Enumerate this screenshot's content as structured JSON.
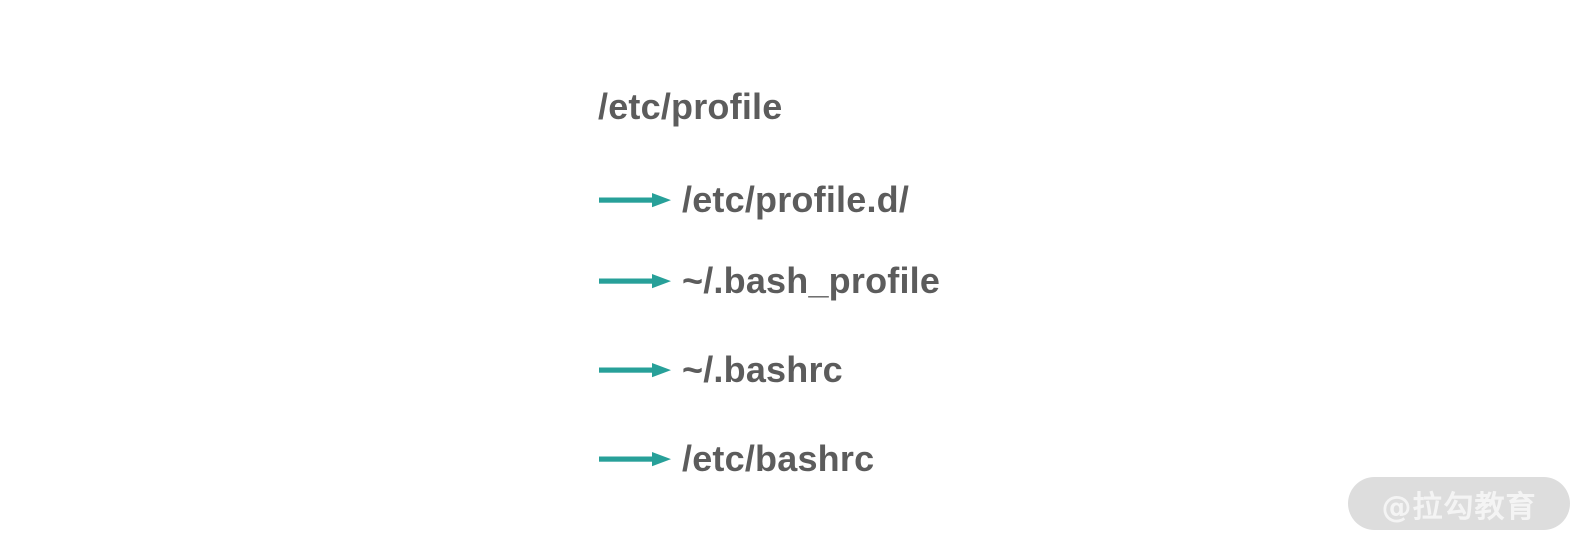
{
  "diagram": {
    "type": "tree",
    "root": {
      "label": "/etc/profile"
    },
    "children": [
      {
        "label": "/etc/profile.d/",
        "arrow_icon": "arrow-right-icon"
      },
      {
        "label": "~/.bash_profile",
        "arrow_icon": "arrow-right-icon"
      },
      {
        "label": "~/.bashrc",
        "arrow_icon": "arrow-right-icon"
      },
      {
        "label": "/etc/bashrc",
        "arrow_icon": "arrow-right-icon"
      }
    ]
  },
  "watermark": {
    "text": "@拉勾教育"
  },
  "colors": {
    "background": "#ffffff",
    "text": "#5c5c5c",
    "arrow": "#27a099",
    "watermark_pill": "#dddddd",
    "watermark_text": "#f4f4f4"
  }
}
